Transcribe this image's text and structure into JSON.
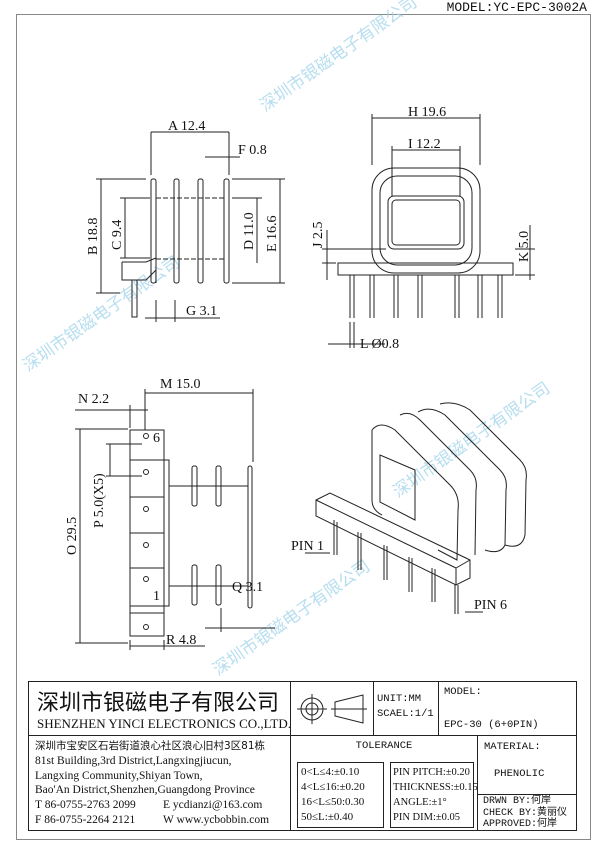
{
  "model_header": "MODEL:YC-EPC-3002A",
  "watermark": "深圳市银磁电子有限公司",
  "dimensions": {
    "A": "A 12.4",
    "F": "F 0.8",
    "B": "B 18.8",
    "C": "C 9.4",
    "D": "D 11.0",
    "E": "E 16.6",
    "G": "G 3.1",
    "H": "H 19.6",
    "I": "I 12.2",
    "J": "J 2.5",
    "K": "K 5.0",
    "L": "L Ø0.8",
    "M": "M 15.0",
    "N": "N 2.2",
    "O": "O 29.5",
    "P": "P 5.0(X5)",
    "Q": "Q 3.1",
    "R": "R 4.8"
  },
  "pin_labels": {
    "pin6_num": "6",
    "pin1_num": "1",
    "pin1": "PIN 1",
    "pin6": "PIN 6"
  },
  "title_block": {
    "company_cn": "深圳市银磁电子有限公司",
    "company_en": "SHENZHEN YINCI ELECTRONICS CO.,LTD.",
    "unit": "UNIT:MM",
    "scale": "SCAEL:1/1",
    "model_label": "MODEL:",
    "model_value": "EPC-30 (6+0PIN)",
    "address": [
      "深圳市宝安区石岩街道浪心社区浪心旧村3区81栋",
      "81st Building,3rd District,Langxingjiucun,",
      "Langxing Community,Shiyan Town,",
      "Bao'An District,Shenzhen,Guangdong Province"
    ],
    "phone": "T 86-0755-2763 2099",
    "email": "E ycdianzi@163.com",
    "fax": "F 86-0755-2264 2121",
    "web": "W www.ycbobbin.com",
    "tolerance_title": "TOLERANCE",
    "tolerance_left": [
      "0<L≤4:±0.10",
      "4<L≤16:±0.20",
      "16<L≤50:0.30",
      "50≤L:±0.40"
    ],
    "tolerance_right": [
      "PIN PITCH:±0.20",
      "THICKNESS:±0.15",
      "ANGLE:±1°",
      "PIN DIM:±0.05"
    ],
    "material_label": "MATERIAL:",
    "material_value": "PHENOLIC",
    "drawn_by": "DRWN BY:何岸",
    "check_by": "CHECK BY:黄丽仪",
    "approved": "APPROVED:何岸"
  }
}
